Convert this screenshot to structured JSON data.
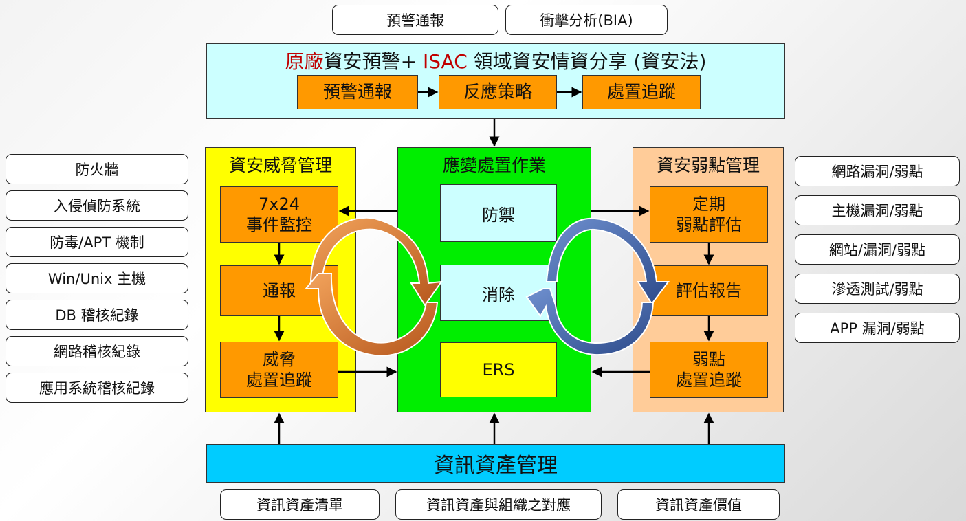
{
  "top_tags": [
    "預警通報",
    "衝擊分析(BIA)"
  ],
  "isac": {
    "title_red1": "原廠",
    "title_mid": "資安預警+ ",
    "title_red2": "ISAC",
    "title_end": " 領域資安情資分享 (資安法)",
    "steps": [
      "預警通報",
      "反應策略",
      "處置追蹤"
    ]
  },
  "left_tags": [
    "防火牆",
    "入侵偵防系統",
    "防毒/APT 機制",
    "Win/Unix 主機",
    "DB 稽核紀錄",
    "網路稽核紀錄",
    "應用系統稽核紀錄"
  ],
  "threat": {
    "title": "資安威脅管理",
    "boxes": [
      "7x24\n事件監控",
      "通報",
      "威脅\n處置追蹤"
    ]
  },
  "response": {
    "title": "應變處置作業",
    "boxes": [
      "防禦",
      "消除",
      "ERS"
    ]
  },
  "vuln": {
    "title": "資安弱點管理",
    "boxes": [
      "定期\n弱點評估",
      "評估報告",
      "弱點\n處置追蹤"
    ]
  },
  "right_tags": [
    "網路漏洞/弱點",
    "主機漏洞/弱點",
    "網站/漏洞/弱點",
    "滲透測試/弱點",
    "APP 漏洞/弱點"
  ],
  "asset": {
    "title": "資訊資產管理"
  },
  "bottom_tags": [
    "資訊資產清單",
    "資訊資產與組織之對應",
    "資訊資產價值"
  ],
  "colors": {
    "orange": "#ff9900",
    "isac_bg": "#ccffff",
    "threat_bg": "#ffff00",
    "response_bg": "#00ee00",
    "vuln_bg": "#ffcc99",
    "asset_bg": "#00ccff",
    "red": "#c00000"
  }
}
